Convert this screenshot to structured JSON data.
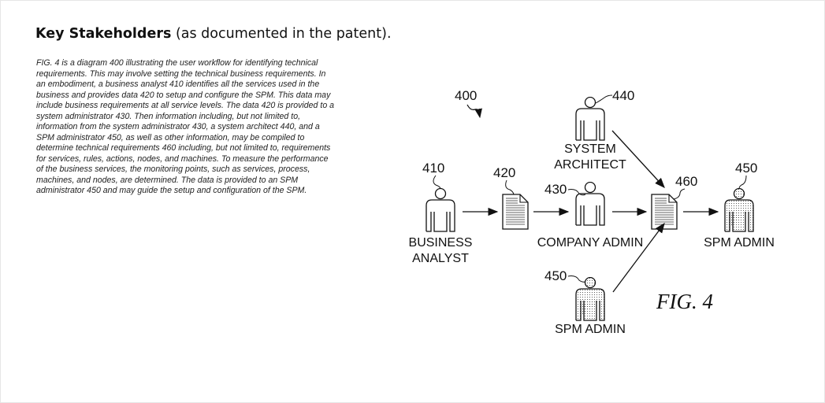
{
  "heading": {
    "bold": "Key Stakeholders",
    "rest": " (as documented in the patent)."
  },
  "description": "FIG. 4 is a diagram 400 illustrating the user workflow for identifying technical requirements. This may involve setting the technical business requirements. In an embodiment, a business analyst 410 identifies all the services used in the business and provides data 420 to setup and configure the SPM. This data may include business requirements at all service levels. The data 420 is provided to a system administrator 430. Then information including, but not limited to, information from the system administrator 430, a system architect 440, and a SPM administrator 450, as well as other information, may be compiled to determine technical requirements 460 including, but not limited to, requirements for services, rules, actions, nodes, and machines. To measure the performance of the business services, the monitoring points, such as services, process, machines, and nodes, are determined. The data is provided to an SPM administrator 450 and may guide the setup and configuration of the SPM.",
  "diagram": {
    "ref": "400",
    "figure_label": "FIG. 4",
    "business_analyst": {
      "ref": "410",
      "label_line1": "BUSINESS",
      "label_line2": "ANALYST"
    },
    "data": {
      "ref": "420"
    },
    "company_admin": {
      "ref": "430",
      "label": "COMPANY ADMIN"
    },
    "system_architect": {
      "ref": "440",
      "label_line1": "SYSTEM",
      "label_line2": "ARCHITECT"
    },
    "spm_admin_bottom": {
      "ref": "450",
      "label": "SPM ADMIN"
    },
    "requirements": {
      "ref": "460"
    },
    "spm_admin_right": {
      "ref": "450",
      "label": "SPM ADMIN"
    }
  }
}
